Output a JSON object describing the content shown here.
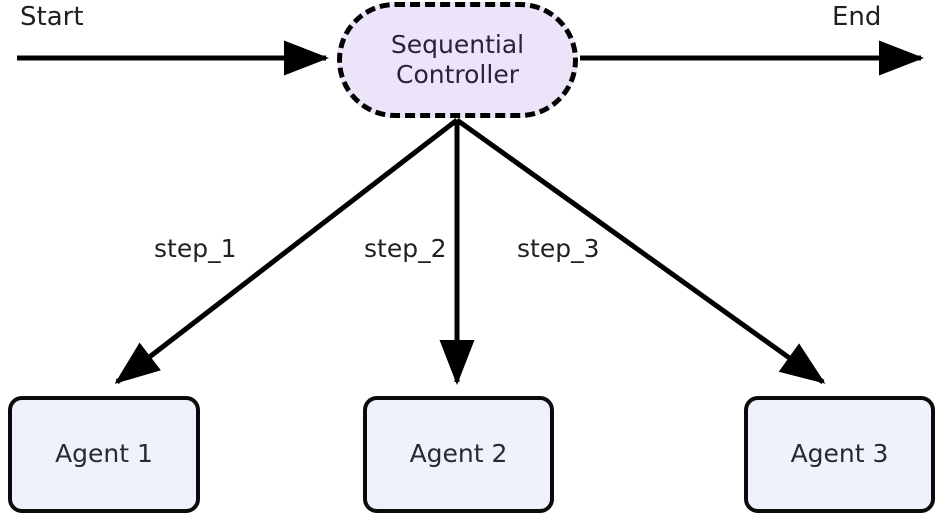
{
  "diagram": {
    "type": "flowchart",
    "orientation": "top-down",
    "background_color": "#ffffff",
    "endpoints": {
      "start_label": "Start",
      "end_label": "End"
    },
    "nodes": [
      {
        "id": "controller",
        "label": "Sequential\nController",
        "label_line_1": "Sequential",
        "label_line_2": "Controller",
        "shape": "stadium",
        "border_style": "dashed",
        "fill_color": "#ece5fa",
        "border_color": "#000000",
        "text_color": "#282240"
      },
      {
        "id": "agent_1",
        "label": "Agent 1",
        "shape": "rounded-rectangle",
        "border_style": "solid",
        "fill_color": "#eef2fa",
        "border_color": "#0b0b0d",
        "text_color": "#262a33"
      },
      {
        "id": "agent_2",
        "label": "Agent 2",
        "shape": "rounded-rectangle",
        "border_style": "solid",
        "fill_color": "#eef2fa",
        "border_color": "#0b0b0d",
        "text_color": "#262a33"
      },
      {
        "id": "agent_3",
        "label": "Agent 3",
        "shape": "rounded-rectangle",
        "border_style": "solid",
        "fill_color": "#eef2fa",
        "border_color": "#0b0b0d",
        "text_color": "#262a33"
      }
    ],
    "edges": [
      {
        "id": "edge_start",
        "from": "start",
        "to": "controller",
        "label": ""
      },
      {
        "id": "edge_end",
        "from": "controller",
        "to": "end",
        "label": ""
      },
      {
        "id": "edge_step_1",
        "from": "controller",
        "to": "agent_1",
        "label": "step_1"
      },
      {
        "id": "edge_step_2",
        "from": "controller",
        "to": "agent_2",
        "label": "step_2"
      },
      {
        "id": "edge_step_3",
        "from": "controller",
        "to": "agent_3",
        "label": "step_3"
      }
    ],
    "edge_color": "#000000"
  }
}
